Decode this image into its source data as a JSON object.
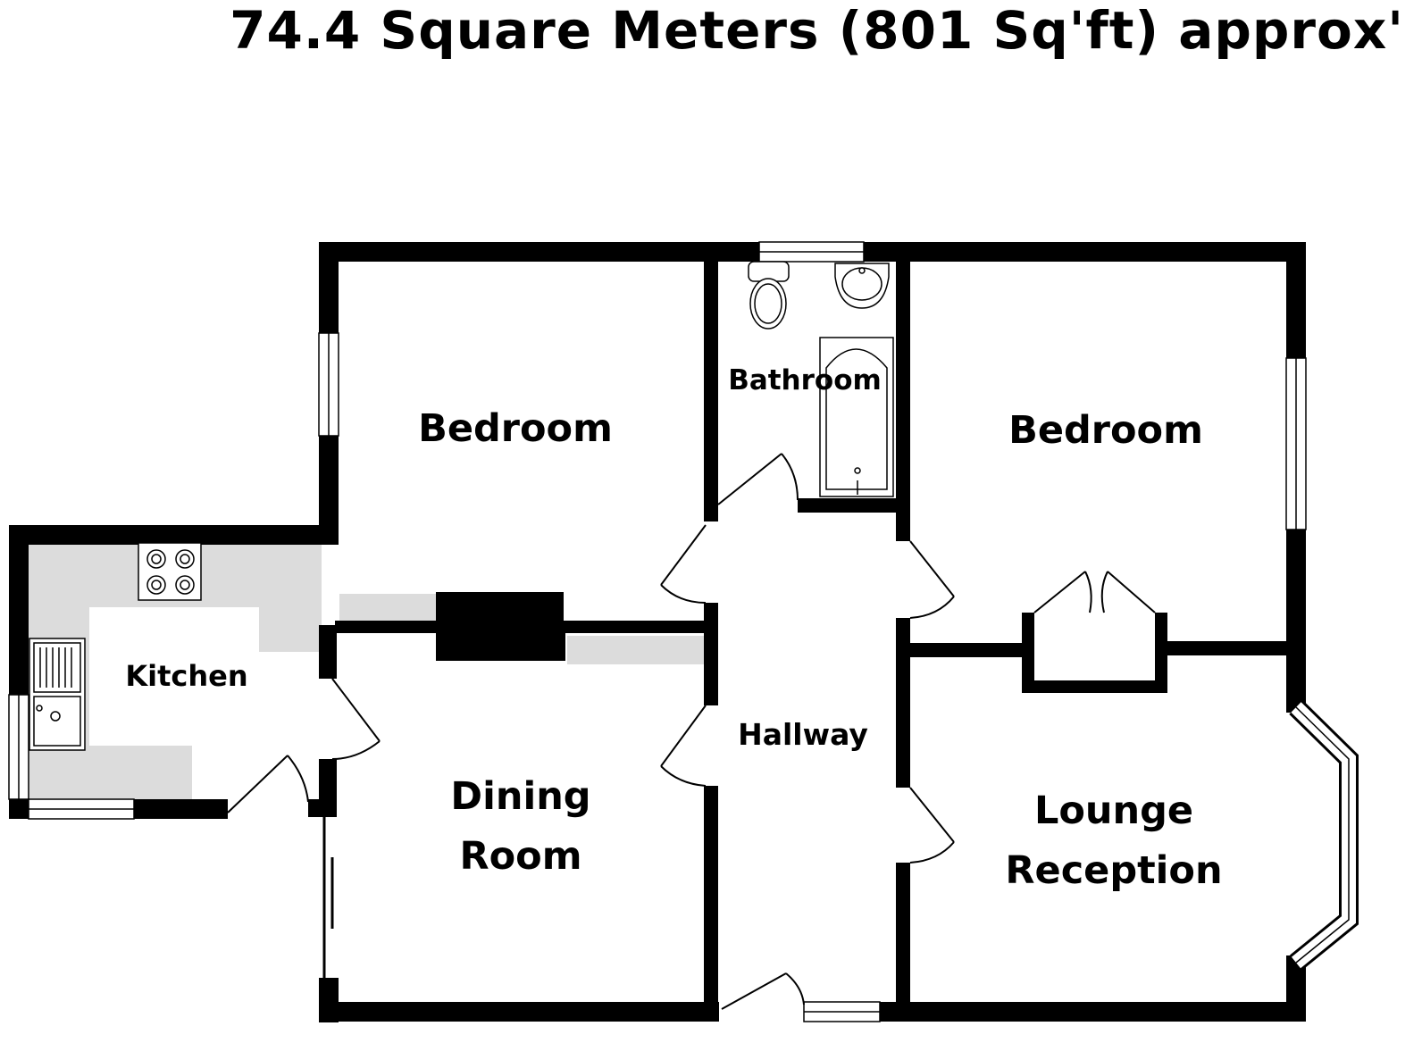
{
  "header": {
    "title": "74.4 Square Meters (801 Sq'ft) approx'"
  },
  "rooms": {
    "bedroom_left": "Bedroom",
    "bathroom": "Bathroom",
    "bedroom_right": "Bedroom",
    "kitchen": "Kitchen",
    "dining_line1": "Dining",
    "dining_line2": "Room",
    "hallway": "Hallway",
    "lounge_line1": "Lounge",
    "lounge_line2": "Reception"
  },
  "colors": {
    "wall": "#000000",
    "counter": "#dcdcdc",
    "background": "#ffffff"
  }
}
